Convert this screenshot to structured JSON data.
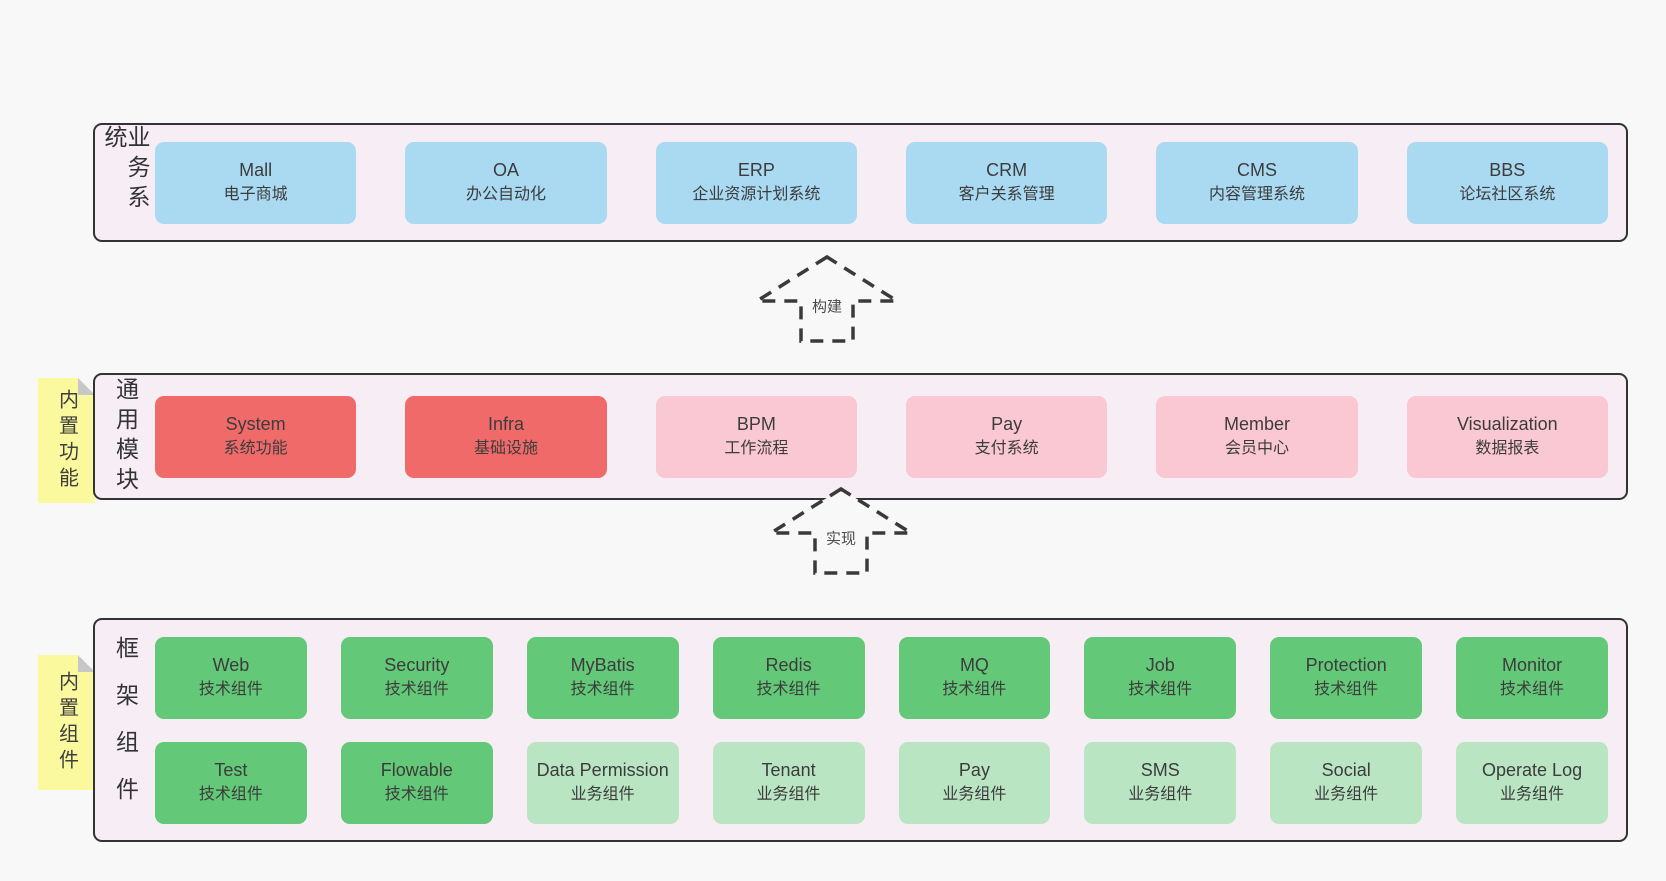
{
  "colors": {
    "blue": "#a9daf2",
    "red": "#f16a6a",
    "pink": "#f9c8d2",
    "green": "#63c877",
    "lightgreen": "#b9e5c3",
    "yellow_tag": "#fbf99d",
    "band_bg": "#f7edf5",
    "band_border": "#333333",
    "page_bg": "#f8f8f8",
    "arrow_stroke": "#3a3a3a"
  },
  "arrows": [
    {
      "label": "构建"
    },
    {
      "label": "实现"
    }
  ],
  "sections": {
    "business": {
      "label": "业务系统",
      "items": [
        {
          "name": "Mall",
          "desc": "电子商城"
        },
        {
          "name": "OA",
          "desc": "办公自动化"
        },
        {
          "name": "ERP",
          "desc": "企业资源计划系统"
        },
        {
          "name": "CRM",
          "desc": "客户关系管理"
        },
        {
          "name": "CMS",
          "desc": "内容管理系统"
        },
        {
          "name": "BBS",
          "desc": "论坛社区系统"
        }
      ]
    },
    "modules": {
      "label": "通用模块",
      "tag": "内置功能",
      "items": [
        {
          "name": "System",
          "desc": "系统功能"
        },
        {
          "name": "Infra",
          "desc": "基础设施"
        },
        {
          "name": "BPM",
          "desc": "工作流程"
        },
        {
          "name": "Pay",
          "desc": "支付系统"
        },
        {
          "name": "Member",
          "desc": "会员中心"
        },
        {
          "name": "Visualization",
          "desc": "数据报表"
        }
      ]
    },
    "framework": {
      "label": "框架组件",
      "tag": "内置组件",
      "rows": [
        [
          {
            "name": "Web",
            "desc": "技术组件"
          },
          {
            "name": "Security",
            "desc": "技术组件"
          },
          {
            "name": "MyBatis",
            "desc": "技术组件"
          },
          {
            "name": "Redis",
            "desc": "技术组件"
          },
          {
            "name": "MQ",
            "desc": "技术组件"
          },
          {
            "name": "Job",
            "desc": "技术组件"
          },
          {
            "name": "Protection",
            "desc": "技术组件"
          },
          {
            "name": "Monitor",
            "desc": "技术组件"
          }
        ],
        [
          {
            "name": "Test",
            "desc": "技术组件"
          },
          {
            "name": "Flowable",
            "desc": "技术组件"
          },
          {
            "name": "Data Permission",
            "desc": "业务组件"
          },
          {
            "name": "Tenant",
            "desc": "业务组件"
          },
          {
            "name": "Pay",
            "desc": "业务组件"
          },
          {
            "name": "SMS",
            "desc": "业务组件"
          },
          {
            "name": "Social",
            "desc": "业务组件"
          },
          {
            "name": "Operate Log",
            "desc": "业务组件"
          }
        ]
      ]
    }
  }
}
